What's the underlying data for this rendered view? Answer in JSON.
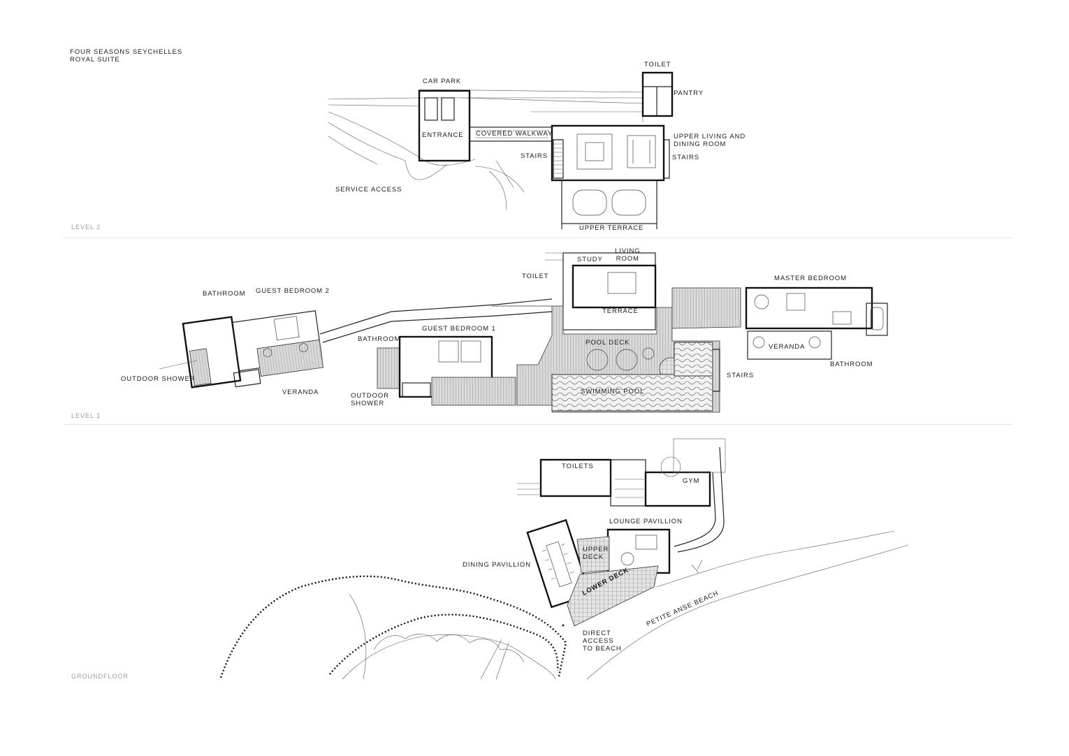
{
  "title": {
    "line1": "FOUR SEASONS SEYCHELLES",
    "line2": "ROYAL SUITE"
  },
  "levels": {
    "level2": "LEVEL 2",
    "level1": "LEVEL 1",
    "ground": "GROUNDFLOOR"
  },
  "labels": {
    "l2": {
      "toilet": "TOILET",
      "pantry": "PANTRY",
      "car_park": "CAR PARK",
      "entrance": "ENTRANCE",
      "covered_walkway": "COVERED WALKWAY",
      "upper_living_1": "UPPER LIVING AND",
      "upper_living_2": "DINING ROOM",
      "stairs_left": "STAIRS",
      "stairs_right": "STAIRS",
      "service_access": "SERVICE ACCESS",
      "upper_terrace": "UPPER TERRACE"
    },
    "l1": {
      "living_1": "LIVING",
      "living_2": "ROOM",
      "study": "STUDY",
      "toilet": "TOILET",
      "terrace": "TERRACE",
      "master_bedroom": "MASTER BEDROOM",
      "bathroom_gb2": "BATHROOM",
      "guest_bedroom_2": "GUEST BEDROOM 2",
      "guest_bedroom_1": "GUEST BEDROOM 1",
      "bathroom_gb1": "BATHROOM",
      "pool_deck": "POOL DECK",
      "veranda_master": "VERANDA",
      "bathroom_master": "BATHROOM",
      "outdoor_shower_left": "OUTDOOR SHOWER",
      "veranda_gb2": "VERANDA",
      "outdoor_shower_1": "OUTDOOR",
      "outdoor_shower_2": "SHOWER",
      "swimming_pool": "SWIMMING POOL",
      "stairs": "STAIRS"
    },
    "gf": {
      "toilets": "TOILETS",
      "gym": "GYM",
      "lounge_pavillion": "LOUNGE PAVILLION",
      "upper_deck_1": "UPPER",
      "upper_deck_2": "DECK",
      "dining_pavillion": "DINING PAVILLION",
      "lower_deck": "LOWER DECK",
      "petite_anse_beach": "PETITE ANSE BEACH",
      "direct_access_1": "DIRECT",
      "direct_access_2": "ACCESS",
      "direct_access_3": "TO BEACH"
    }
  }
}
